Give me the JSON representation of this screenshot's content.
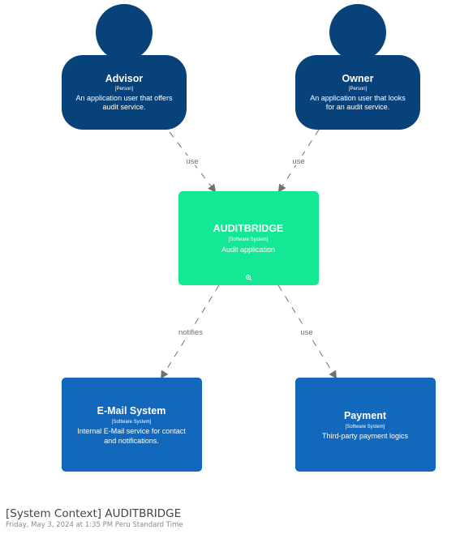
{
  "elements": {
    "advisor": {
      "name": "Advisor",
      "kind": "[Person]",
      "description_lines": [
        "An application user that offers",
        "audit service."
      ]
    },
    "owner": {
      "name": "Owner",
      "kind": "[Person]",
      "description_lines": [
        "An application user that looks",
        "for an audit service."
      ]
    },
    "auditbridge": {
      "name": "AUDITBRIDGE",
      "kind": "[Software System]",
      "description_lines": [
        "Audit application"
      ]
    },
    "email_system": {
      "name": "E-Mail System",
      "kind": "[Software System]",
      "description_lines": [
        "Internal E-Mail service for contact",
        "and notifications."
      ]
    },
    "payment": {
      "name": "Payment",
      "kind": "[Software System]",
      "description_lines": [
        "Third-party payment logics"
      ]
    }
  },
  "relationships": {
    "advisor_to_auditbridge": "use",
    "owner_to_auditbridge": "use",
    "auditbridge_to_email": "notifies",
    "auditbridge_to_payment": "use"
  },
  "icons": {
    "zoom": "zoom-icon"
  },
  "colors": {
    "person": "#08427b",
    "focus_system": "#14e895",
    "external_system": "#1168bd",
    "arrow": "#707070"
  },
  "footer": {
    "title": "[System Context] AUDITBRIDGE",
    "subtitle": "Friday, May 3, 2024 at 1:35 PM Peru Standard Time"
  }
}
